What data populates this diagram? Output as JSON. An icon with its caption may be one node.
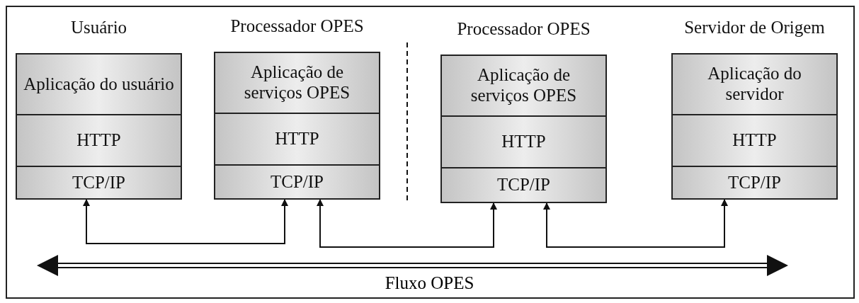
{
  "diagram": {
    "nodes": [
      {
        "text": [
          "Usuário"
        ]
      },
      {
        "text": [
          "Aplicação do usuário"
        ],
        "in": 0
      },
      {
        "text": [
          "HTTP"
        ],
        "in": 0
      },
      {
        "text": [
          "TCP/IP"
        ],
        "in": 0
      },
      {
        "text": [
          "Processador OPES"
        ]
      },
      {
        "text": [
          "Aplicação de serviços OPES"
        ],
        "in": 4
      },
      {
        "text": [
          "HTTP"
        ],
        "in": 4
      },
      {
        "text": [
          "TCP/IP"
        ],
        "in": 4
      },
      {
        "text": [
          "Processador OPES"
        ]
      },
      {
        "text": [
          "Aplicação de serviços OPES"
        ],
        "in": 8
      },
      {
        "text": [
          "HTTP"
        ],
        "in": 8
      },
      {
        "text": [
          "TCP/IP"
        ],
        "in": 8
      },
      {
        "text": [
          "Servidor de Origem"
        ]
      },
      {
        "text": [
          "Aplicação do servidor"
        ],
        "in": 12
      },
      {
        "text": [
          "HTTP"
        ],
        "in": 12
      },
      {
        "text": [
          "TCP/IP"
        ],
        "in": 12
      }
    ],
    "edges": [
      {
        "from": 3,
        "to": 7,
        "arrow": "both"
      },
      {
        "from": 7,
        "to": 11,
        "arrow": "both"
      },
      {
        "from": 11,
        "to": 15,
        "arrow": "both"
      }
    ],
    "labels": [
      "Fluxo OPES"
    ]
  }
}
